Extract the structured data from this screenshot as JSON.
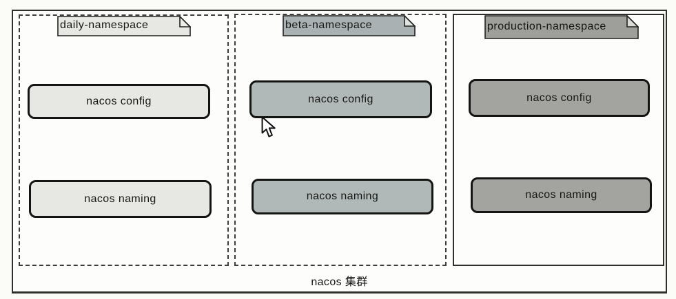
{
  "diagram": {
    "cluster_label": "nacos 集群",
    "colors": {
      "daily_fill": "#e7e8e4",
      "beta_fill": "#b0b8b8",
      "beta_tab_fill": "#a9b1b3",
      "production_fill": "#a3a4a0",
      "production_tab_fill": "#9e9f9b",
      "border_dark": "#2e2e2c"
    },
    "namespaces": [
      {
        "label": "daily-namespace",
        "border_style": "dashed",
        "nodes": [
          {
            "label": "nacos config"
          },
          {
            "label": "nacos naming"
          }
        ]
      },
      {
        "label": "beta-namespace",
        "border_style": "dashed",
        "nodes": [
          {
            "label": "nacos config"
          },
          {
            "label": "nacos naming"
          }
        ]
      },
      {
        "label": "production-namespace",
        "border_style": "solid",
        "nodes": [
          {
            "label": "nacos config"
          },
          {
            "label": "nacos naming"
          }
        ]
      }
    ]
  },
  "cursor": {
    "icon": "arrow-pointer"
  }
}
